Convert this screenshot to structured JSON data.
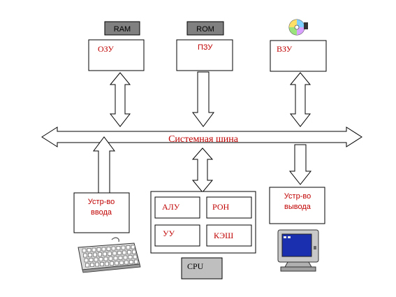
{
  "colors": {
    "label": "#c00000",
    "stroke": "#000000",
    "tag_fill": "#808080",
    "cpu_tag_fill": "#bfbfbf"
  },
  "tags": {
    "ram": "RAM",
    "rom": "ROM",
    "cpu": "CPU"
  },
  "memory": {
    "ozu": "ОЗУ",
    "pzu": "ПЗУ",
    "vzu": "ВЗУ"
  },
  "bus": {
    "label": "Системная шина"
  },
  "input_device": {
    "line1": "Устр-во",
    "line2": "ввода",
    "icon": "keyboard-icon"
  },
  "output_device": {
    "line1": "Устр-во",
    "line2": "вывода",
    "icon": "monitor-icon"
  },
  "cpu": {
    "alu": "АЛУ",
    "ron": "РОН",
    "uu": "УУ",
    "cache": "КЭШ"
  },
  "storage_icon": "cd-disk-icon"
}
